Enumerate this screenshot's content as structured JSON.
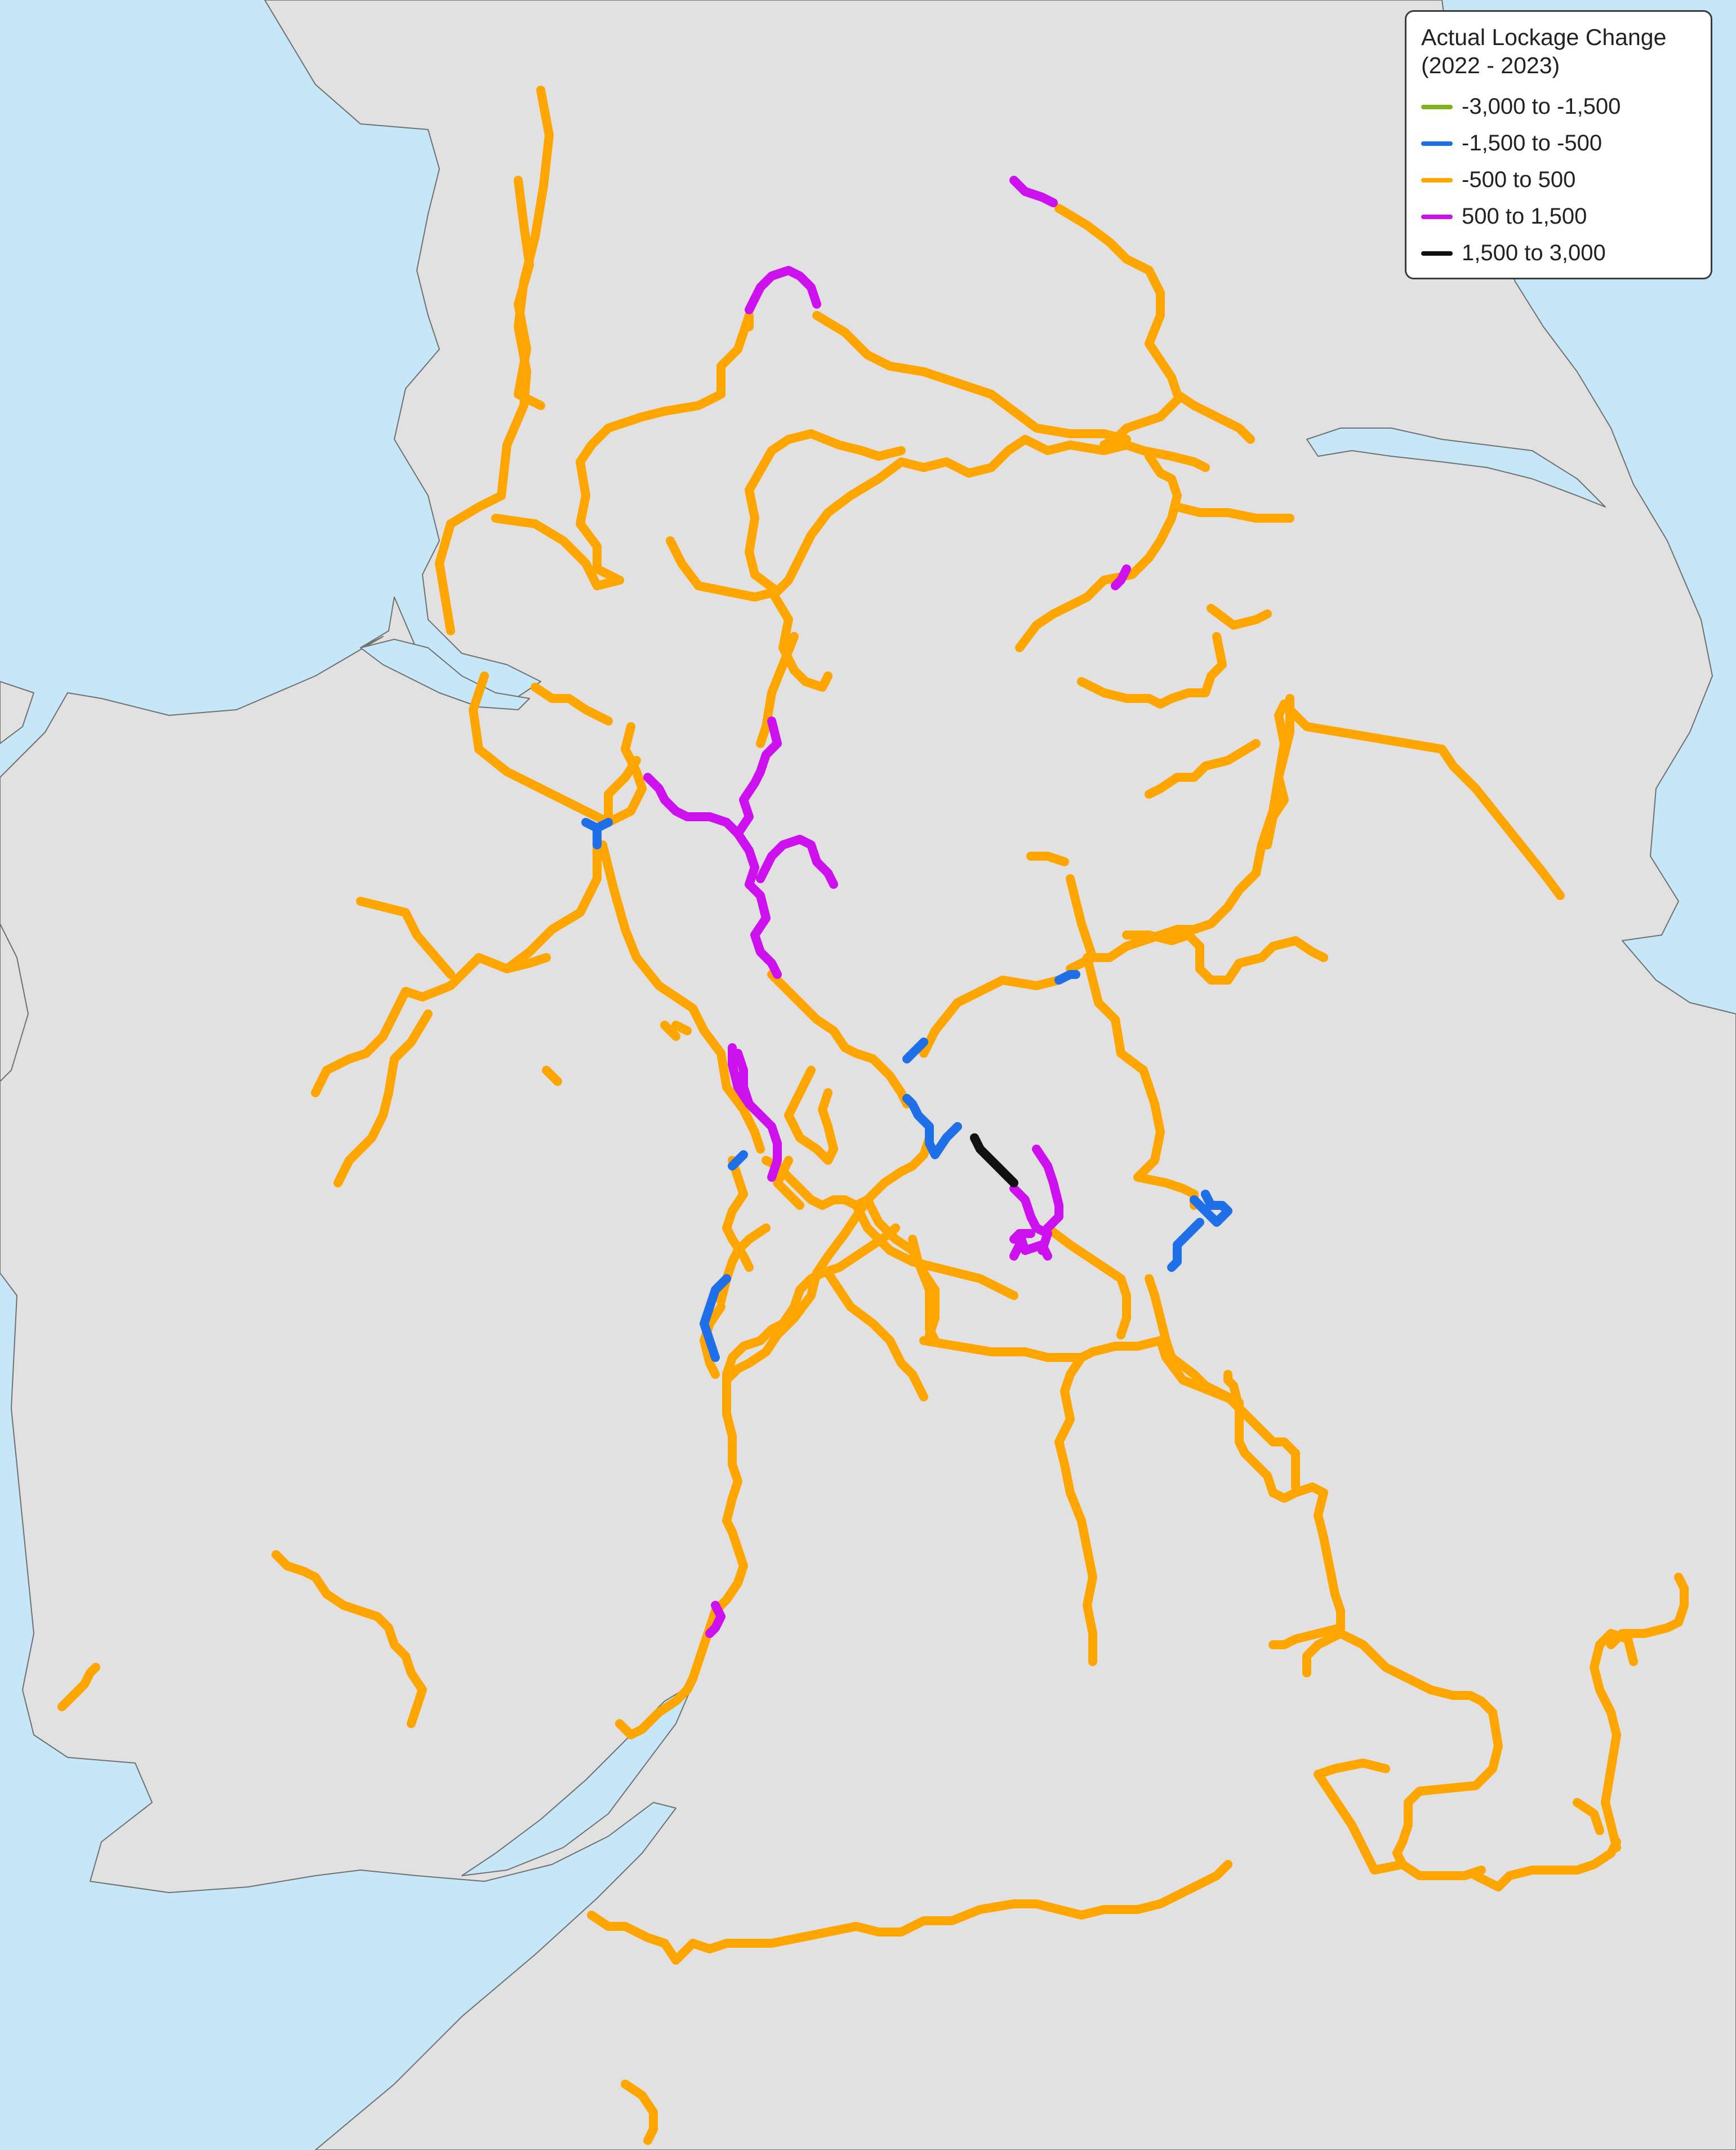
{
  "legend": {
    "title_line1": "Actual Lockage Change",
    "title_line2": "(2022 - 2023)",
    "items": [
      {
        "label": "-3,000 to -1,500",
        "color": "#7fb21e"
      },
      {
        "label": "-1,500 to -500",
        "color": "#1f6fe8"
      },
      {
        "label": "-500 to 500",
        "color": "#ffa500"
      },
      {
        "label": "500 to 1,500",
        "color": "#cc11ee"
      },
      {
        "label": "1,500 to 3,000",
        "color": "#111111"
      }
    ]
  },
  "colors": {
    "sea": "#c6e7f8",
    "land": "#e1e1e1",
    "coastline": "#707070"
  }
}
